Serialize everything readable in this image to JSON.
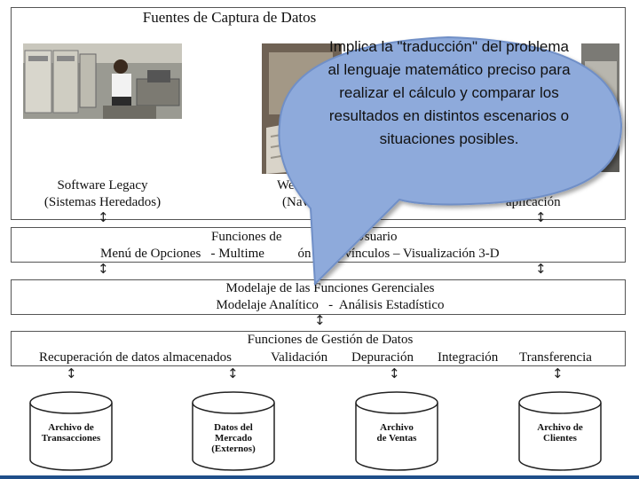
{
  "top_box": {
    "title": "Fuentes de Captura de Datos"
  },
  "sources": [
    {
      "line1": "Software Legacy",
      "line2": "(Sistemas Heredados)"
    },
    {
      "line1": "Web Bro",
      "line2": "(Nave"
    },
    {
      "line1": "e",
      "line2": "aplicación"
    }
  ],
  "interface_box": {
    "title": "Funciones de          rfaz de Usuario",
    "subtitle": "Menú de Opciones   - Multime          ón Hipervínculos – Visualización 3-D"
  },
  "modeling_box": {
    "title": "Modelaje de las Funciones Gerenciales",
    "subtitle": "Modelaje Analítico   -  Análisis Estadístico"
  },
  "data_box": {
    "title": "Funciones de Gestión de Datos",
    "items": [
      "Recuperación de datos almacenados",
      "Validación",
      "Depuración",
      "Integración",
      "Transferencia"
    ]
  },
  "archives": [
    {
      "lines": [
        "Archivo de",
        "Transacciones"
      ]
    },
    {
      "lines": [
        "Datos del",
        "Mercado",
        "(Externos)"
      ]
    },
    {
      "lines": [
        "Archivo",
        "de Ventas"
      ]
    },
    {
      "lines": [
        "Archivo de",
        "Clientes"
      ]
    }
  ],
  "callout": {
    "text": "Implica la \"traducción\" del problema al lenguaje matemático preciso para realizar el cálculo y comparar los resultados en distintos escenarios o situaciones posibles."
  },
  "colors": {
    "callout_fill": "#8eaadb",
    "callout_border": "#6f8fc7",
    "accent_bar": "#1f4f8a"
  }
}
